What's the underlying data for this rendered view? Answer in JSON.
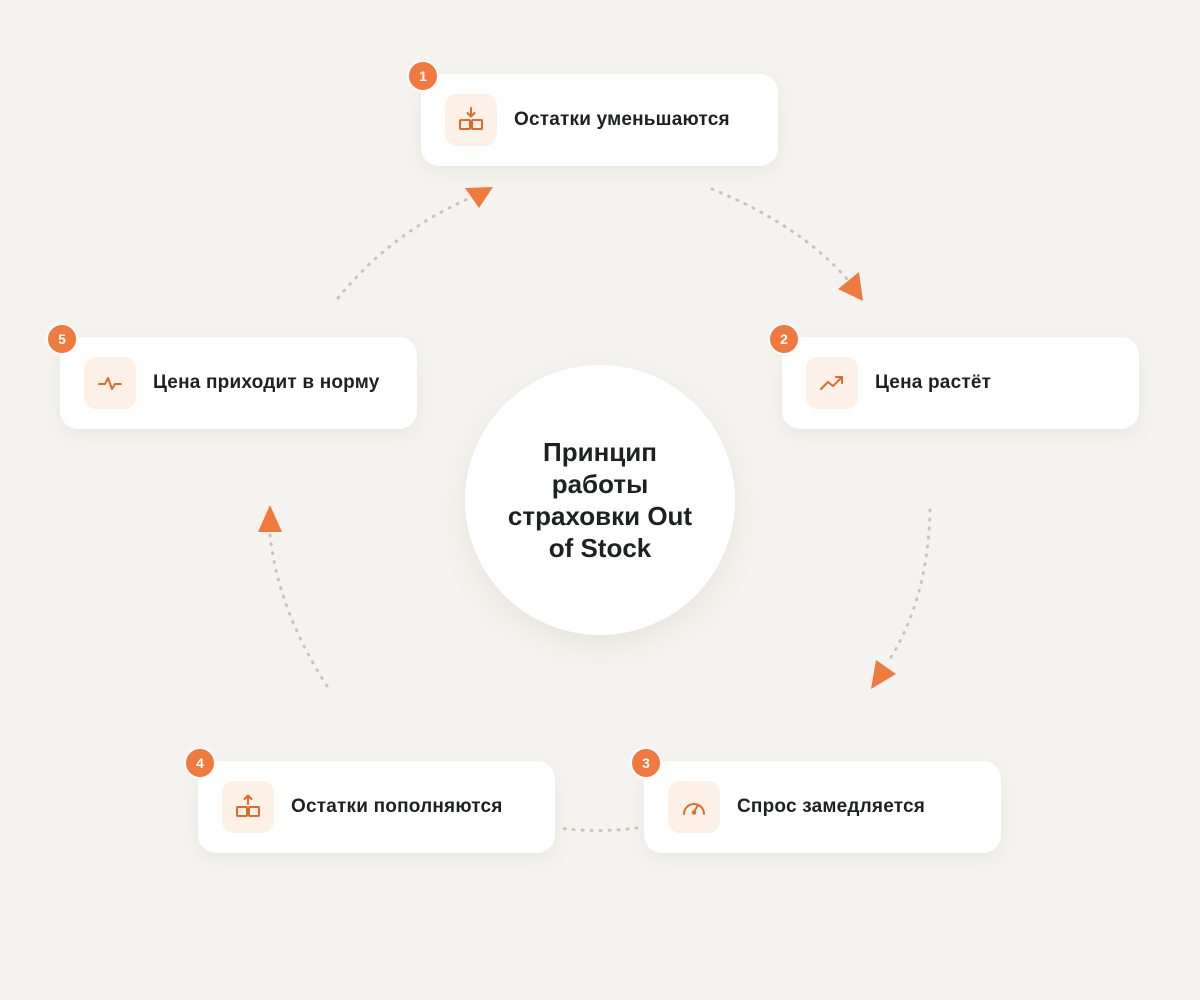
{
  "center": {
    "title": "Принцип работы страховки Out of Stock"
  },
  "steps": [
    {
      "number": "1",
      "label": "Остатки уменьшаются",
      "icon": "boxes-down-arrow-icon"
    },
    {
      "number": "2",
      "label": "Цена растёт",
      "icon": "trending-up-icon"
    },
    {
      "number": "3",
      "label": "Спрос замедляется",
      "icon": "speedometer-icon"
    },
    {
      "number": "4",
      "label": "Остатки пополняются",
      "icon": "boxes-up-arrow-icon"
    },
    {
      "number": "5",
      "label": "Цена приходит в норму",
      "icon": "pulse-line-icon"
    }
  ],
  "colors": {
    "accent": "#f07a3e",
    "icon_stroke": "#e06a2e",
    "icon_bg": "#fdf0e6",
    "card_bg": "#ffffff",
    "page_bg": "#f5f3ef",
    "connector": "#c9c3b8"
  }
}
